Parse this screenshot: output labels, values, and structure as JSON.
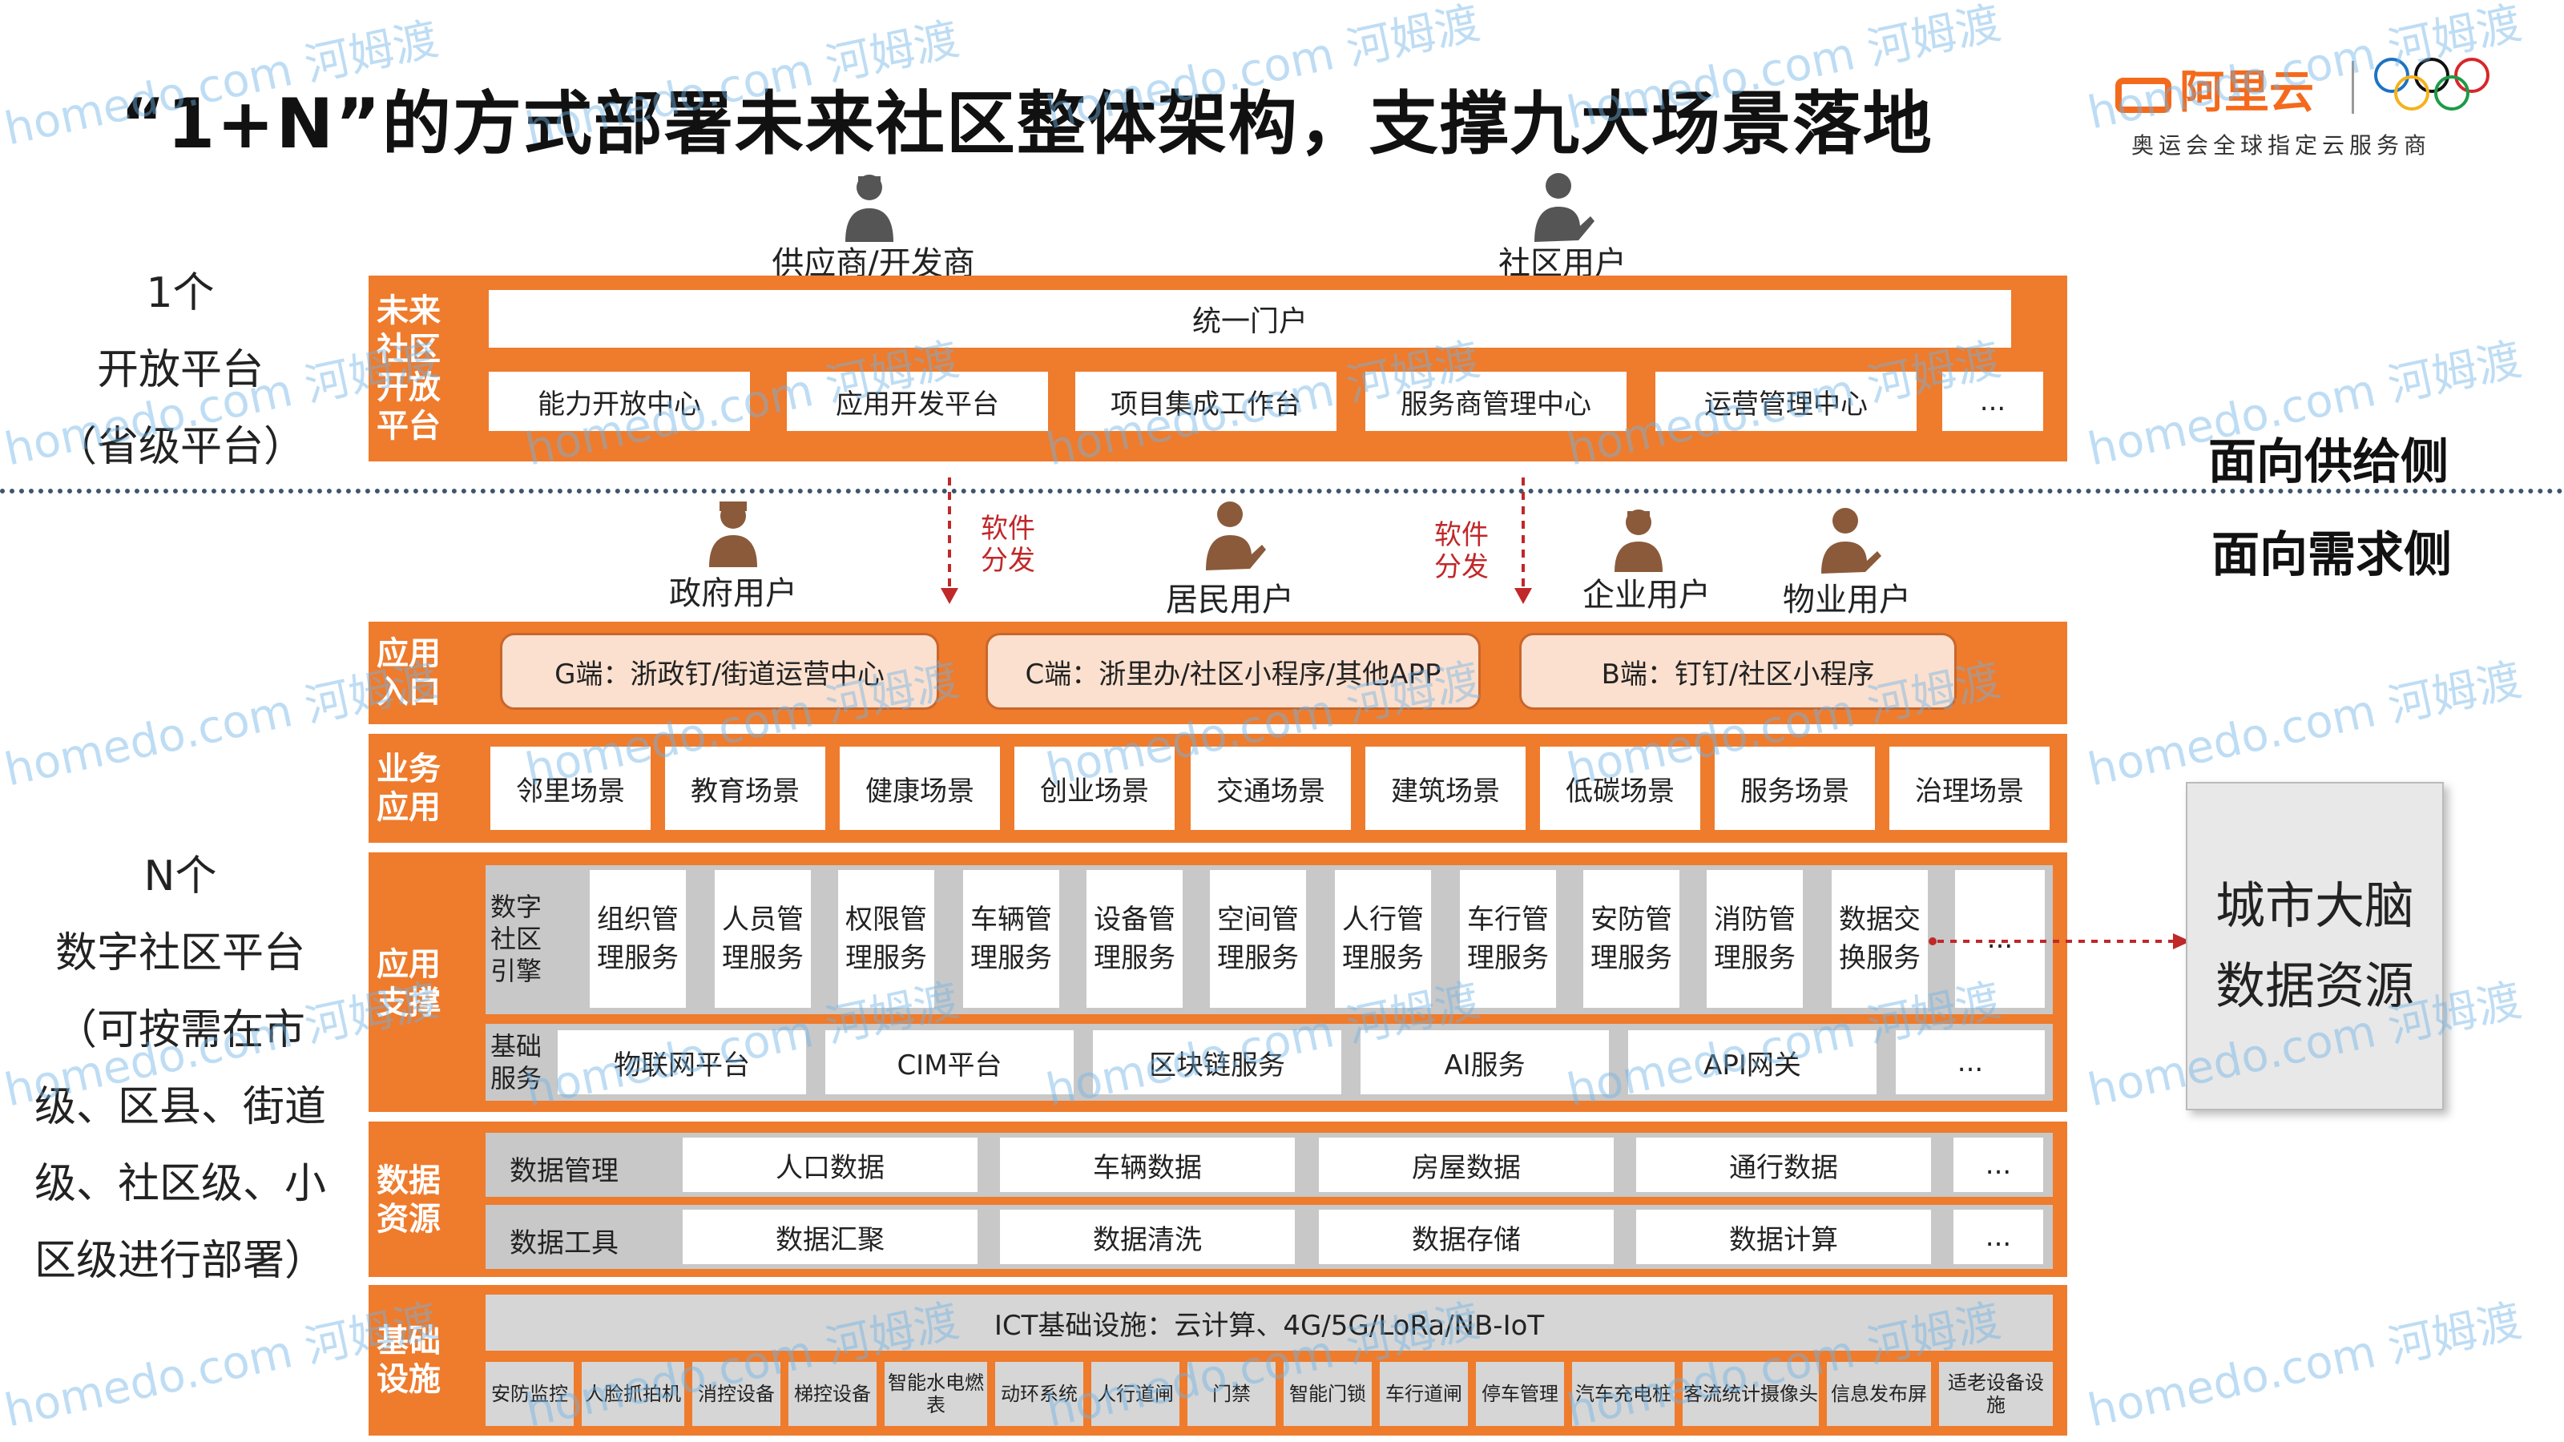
{
  "title": "“1+N”的方式部署未来社区整体架构，支撑九大场景落地",
  "logo": {
    "brand": "阿里云",
    "tagline": "奥运会全球指定云服务商"
  },
  "left_top": {
    "line1": "1个",
    "line2": "开放平台",
    "line3": "（省级平台）"
  },
  "left_bottom": {
    "line1": "N个",
    "line2": "数字社区平台",
    "line3": "（可按需在市",
    "line4": "级、区县、街道",
    "line5": "级、社区级、小",
    "line6": "区级进行部署）"
  },
  "users_top": {
    "supplier": "供应商/开发商",
    "community": "社区用户"
  },
  "open_platform": {
    "label": "未来社区开放平台",
    "portal": "统一门户",
    "items": [
      "能力开放中心",
      "应用开发平台",
      "项目集成工作台",
      "服务商管理中心",
      "运营管理中心",
      "..."
    ]
  },
  "side_right": {
    "supply": "面向供给侧",
    "demand": "面向需求侧"
  },
  "distribution": {
    "label": "软件分发"
  },
  "users_mid": {
    "gov": "政府用户",
    "resident": "居民用户",
    "enterprise": "企业用户",
    "property": "物业用户"
  },
  "app_entry": {
    "label": "应用入口",
    "items": [
      "G端：浙政钉/街道运营中心",
      "C端：浙里办/社区小程序/其他APP",
      "B端：钉钉/社区小程序"
    ]
  },
  "business": {
    "label": "业务应用",
    "items": [
      "邻里场景",
      "教育场景",
      "健康场景",
      "创业场景",
      "交通场景",
      "建筑场景",
      "低碳场景",
      "服务场景",
      "治理场景"
    ]
  },
  "app_support": {
    "label": "应用支撑",
    "engine_label": "数字社区引擎",
    "engine_items": [
      "组织管理服务",
      "人员管理服务",
      "权限管理服务",
      "车辆管理服务",
      "设备管理服务",
      "空间管理服务",
      "人行管理服务",
      "车行管理服务",
      "安防管理服务",
      "消防管理服务",
      "数据交换服务",
      "..."
    ],
    "base_label": "基础服务",
    "base_items": [
      "物联网平台",
      "CIM平台",
      "区块链服务",
      "AI服务",
      "API网关",
      "..."
    ]
  },
  "data_resources": {
    "label": "数据资源",
    "mgmt_label": "数据管理",
    "mgmt_items": [
      "人口数据",
      "车辆数据",
      "房屋数据",
      "通行数据",
      "..."
    ],
    "tool_label": "数据工具",
    "tool_items": [
      "数据汇聚",
      "数据清洗",
      "数据存储",
      "数据计算",
      "..."
    ]
  },
  "infrastructure": {
    "label": "基础设施",
    "ict": "ICT基础设施：云计算、4G/5G/LoRa/NB-IoT",
    "devices": [
      "安防监控",
      "人脸抓拍机",
      "消控设备",
      "梯控设备",
      "智能水电燃表",
      "动环系统",
      "人行道闸",
      "门禁",
      "智能门锁",
      "车行道闸",
      "停车管理",
      "汽车充电桩",
      "客流统计摄像头",
      "信息发布屏",
      "适老设备设施"
    ]
  },
  "city_brain": {
    "line1": "城市大脑",
    "line2": "数据资源"
  },
  "watermark": "homedo.com 河姆渡",
  "colors": {
    "orange": "#ef7b2c",
    "entry": "#fbe0cf",
    "gray": "#d6d6d6",
    "red": "#c0282a"
  }
}
